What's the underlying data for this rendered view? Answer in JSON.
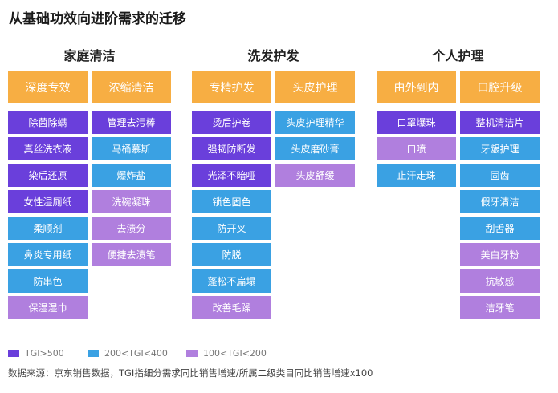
{
  "title": "从基础功效向进阶需求的迁移",
  "colors": {
    "header": "#f7ae43",
    "tier_high": "#6a3fdb",
    "tier_mid": "#3aa1e3",
    "tier_low": "#b07fde"
  },
  "legend": [
    {
      "label": "TGI>500",
      "tier": "tier_high"
    },
    {
      "label": "200<TGI<400",
      "tier": "tier_mid"
    },
    {
      "label": "100<TGI<200",
      "tier": "tier_low"
    }
  ],
  "source": "数据来源：京东销售数据，TGI指细分需求同比销售增速/所属二级类目同比销售增速x100",
  "chart_data": {
    "type": "table",
    "groups": [
      {
        "name": "家庭清洁",
        "columns": [
          {
            "header": "深度专效",
            "items": [
              {
                "label": "除菌除螨",
                "tier": "tier_high"
              },
              {
                "label": "真丝洗衣液",
                "tier": "tier_high"
              },
              {
                "label": "染后还原",
                "tier": "tier_high"
              },
              {
                "label": "女性湿厕纸",
                "tier": "tier_high"
              },
              {
                "label": "柔顺剂",
                "tier": "tier_mid"
              },
              {
                "label": "鼻炎专用纸",
                "tier": "tier_mid"
              },
              {
                "label": "防串色",
                "tier": "tier_mid"
              },
              {
                "label": "保湿湿巾",
                "tier": "tier_low"
              }
            ]
          },
          {
            "header": "浓缩清洁",
            "items": [
              {
                "label": "管理去污棒",
                "tier": "tier_high"
              },
              {
                "label": "马桶慕斯",
                "tier": "tier_mid"
              },
              {
                "label": "爆炸盐",
                "tier": "tier_mid"
              },
              {
                "label": "洗碗凝珠",
                "tier": "tier_low"
              },
              {
                "label": "去渍分",
                "tier": "tier_low"
              },
              {
                "label": "便捷去渍笔",
                "tier": "tier_low"
              }
            ]
          }
        ]
      },
      {
        "name": "洗发护发",
        "columns": [
          {
            "header": "专精护发",
            "items": [
              {
                "label": "烫后护卷",
                "tier": "tier_high"
              },
              {
                "label": "强韧防断发",
                "tier": "tier_high"
              },
              {
                "label": "光泽不暗哑",
                "tier": "tier_high"
              },
              {
                "label": "锁色固色",
                "tier": "tier_mid"
              },
              {
                "label": "防开叉",
                "tier": "tier_mid"
              },
              {
                "label": "防脱",
                "tier": "tier_mid"
              },
              {
                "label": "蓬松不扁塌",
                "tier": "tier_mid"
              },
              {
                "label": "改善毛躁",
                "tier": "tier_low"
              }
            ]
          },
          {
            "header": "头皮护理",
            "items": [
              {
                "label": "头皮护理精华",
                "tier": "tier_mid"
              },
              {
                "label": "头皮磨砂膏",
                "tier": "tier_mid"
              },
              {
                "label": "头皮舒缓",
                "tier": "tier_low"
              }
            ]
          }
        ]
      },
      {
        "name": "个人护理",
        "columns": [
          {
            "header": "由外到内",
            "items": [
              {
                "label": "口罩爆珠",
                "tier": "tier_high"
              },
              {
                "label": "口喷",
                "tier": "tier_low"
              },
              {
                "label": "止汗走珠",
                "tier": "tier_mid"
              }
            ]
          },
          {
            "header": "口腔升级",
            "items": [
              {
                "label": "整机清洁片",
                "tier": "tier_high"
              },
              {
                "label": "牙龈护理",
                "tier": "tier_mid"
              },
              {
                "label": "固齿",
                "tier": "tier_mid"
              },
              {
                "label": "假牙清洁",
                "tier": "tier_mid"
              },
              {
                "label": "刮舌器",
                "tier": "tier_mid"
              },
              {
                "label": "美白牙粉",
                "tier": "tier_low"
              },
              {
                "label": "抗敏感",
                "tier": "tier_low"
              },
              {
                "label": "洁牙笔",
                "tier": "tier_low"
              }
            ]
          }
        ]
      }
    ]
  }
}
